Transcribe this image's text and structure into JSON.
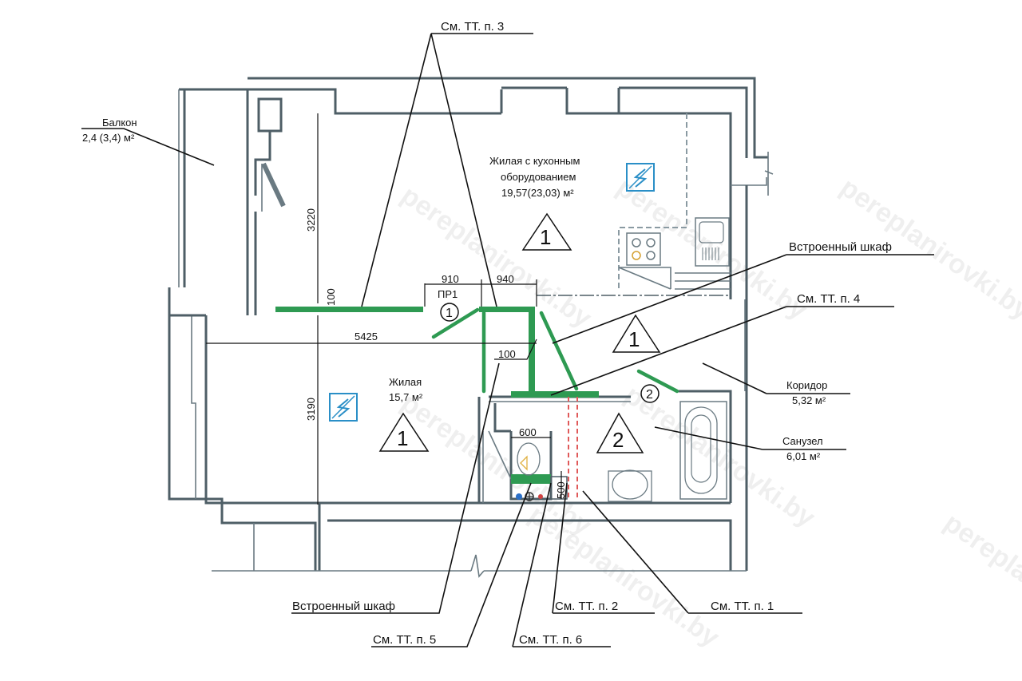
{
  "drawing": {
    "title": "Floor plan of apartment redevelopment",
    "watermark": "pereplanirovki.by"
  },
  "rooms": [
    {
      "name": "Балкон",
      "area": "2,4 (3,4) м²"
    },
    {
      "name_line1": "Жилая с кухонным",
      "name_line2": "оборудованием",
      "area": "19,57(23,03) м²",
      "marker": "1"
    },
    {
      "name": "Жилая",
      "area": "15,7 м²",
      "marker": "1"
    },
    {
      "name": "Коридор",
      "area": "5,32 м²",
      "marker": "1"
    },
    {
      "name": "Санузел",
      "area": "6,01 м²",
      "marker": "2"
    }
  ],
  "callouts": {
    "tt1": "См. ТТ. п. 1",
    "tt2": "См. ТТ. п. 2",
    "tt3": "См. ТТ. п. 3",
    "tt4": "См. ТТ. п. 4",
    "tt5": "См. ТТ. п. 5",
    "tt6": "См. ТТ. п. 6",
    "wardrobe_top": "Встроенный шкаф",
    "wardrobe_bottom": "Встроенный шкаф"
  },
  "dimensions": {
    "d3220": "3220",
    "d3190": "3190",
    "d5425": "5425",
    "d910": "910",
    "d940": "940",
    "d100a": "100",
    "d100b": "100",
    "d600": "600",
    "d500": "500"
  },
  "openings": {
    "pr1": "ПР1",
    "door1": "1",
    "door2": "2"
  },
  "icons": {
    "electric_panel": "electric-panel-icon",
    "stove": "stove-icon",
    "sink": "sink-icon",
    "bathtub": "bathtub-icon",
    "washbasin": "washbasin-icon",
    "toilet": "toilet-icon"
  },
  "colors": {
    "wall": "#4e5e66",
    "new_partition": "#2e9a52",
    "demolish": "#e05a5a",
    "electric": "#2a8fc7"
  }
}
